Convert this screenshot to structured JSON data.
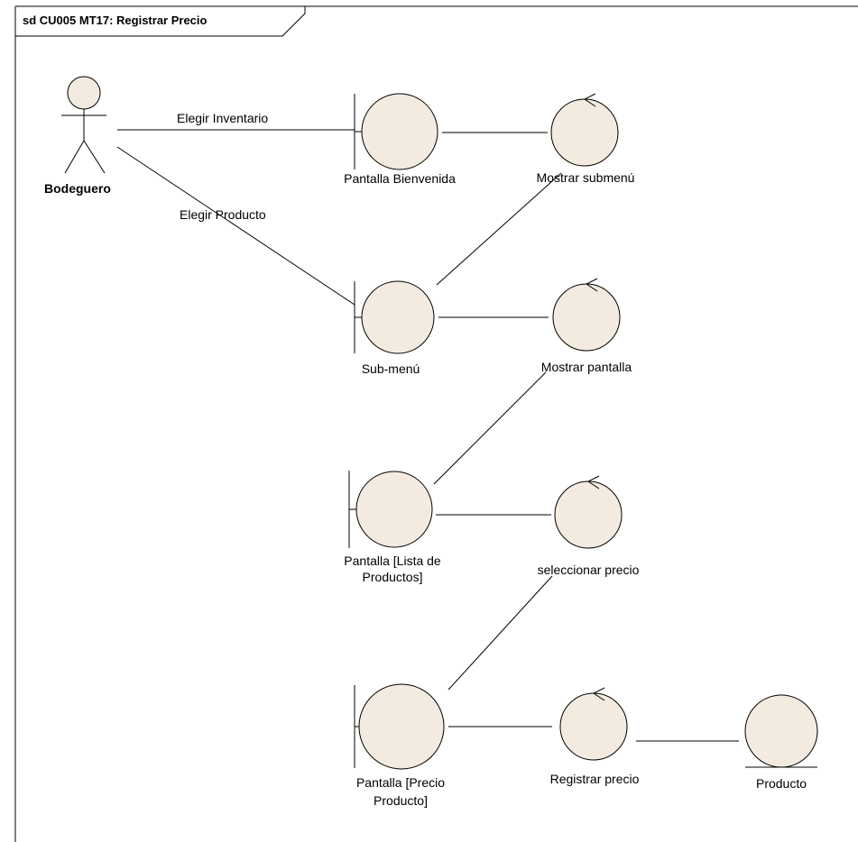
{
  "frame": {
    "title": "sd CU005 MT17: Registrar Precio"
  },
  "actor": {
    "name": "Bodeguero"
  },
  "boundaries": [
    {
      "id": "bienvenida",
      "label": "Pantalla Bienvenida"
    },
    {
      "id": "submenu",
      "label": "Sub-menú"
    },
    {
      "id": "lista",
      "label_line1": "Pantalla [Lista de",
      "label_line2": "Productos]"
    },
    {
      "id": "precio",
      "label_line1": "Pantalla [Precio",
      "label_line2": "Producto]"
    }
  ],
  "controls": [
    {
      "id": "mostrar-submenu",
      "label": "Mostrar submenú"
    },
    {
      "id": "mostrar-pantalla",
      "label": "Mostrar pantalla"
    },
    {
      "id": "seleccionar-precio",
      "label": "seleccionar precio"
    },
    {
      "id": "registrar-precio",
      "label": "Registrar precio"
    }
  ],
  "entities": [
    {
      "id": "producto",
      "label": "Producto"
    }
  ],
  "connector_labels": {
    "elegir_inventario": "Elegir Inventario",
    "elegir_producto": "Elegir Producto"
  },
  "colors": {
    "shape_fill": "#f4ebe0",
    "shape_stroke": "#000000",
    "frame_stroke": "#000000",
    "background": "#ffffff"
  }
}
